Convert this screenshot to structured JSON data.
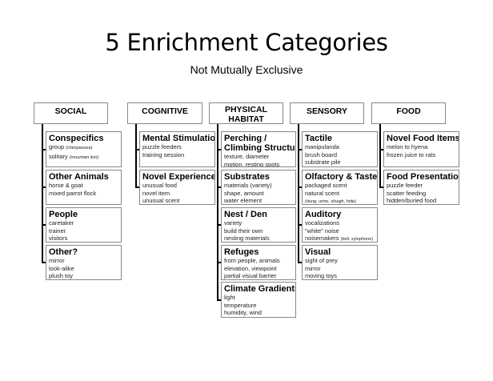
{
  "title": "5 Enrichment Categories",
  "subtitle": "Not Mutually Exclusive",
  "categories": [
    {
      "label": "SOCIAL",
      "items": [
        {
          "title": "Conspecifics",
          "lines": [
            {
              "text": "group ",
              "note": "(chimpanzee)"
            },
            {
              "text": "solitary ",
              "note": "(mountain lion)"
            }
          ]
        },
        {
          "title": "Other Animals",
          "lines": [
            {
              "text": "horse & goat"
            },
            {
              "text": "mixed parrot flock"
            }
          ]
        },
        {
          "title": "People",
          "lines": [
            {
              "text": "caretaker"
            },
            {
              "text": "trainer"
            },
            {
              "text": "visitors"
            }
          ]
        },
        {
          "title": "Other?",
          "lines": [
            {
              "text": "mirror"
            },
            {
              "text": "look-alike"
            },
            {
              "text": "plush toy"
            }
          ]
        }
      ]
    },
    {
      "label": "COGNITIVE",
      "items": [
        {
          "title": "Mental Stimulation",
          "lines": [
            {
              "text": "puzzle feeders"
            },
            {
              "text": "training session"
            }
          ]
        },
        {
          "title": "Novel Experience",
          "lines": [
            {
              "text": "unusual food"
            },
            {
              "text": "novel item"
            },
            {
              "text": "unusual scent"
            }
          ]
        }
      ]
    },
    {
      "label": "PHYSICAL HABITAT",
      "label_line1": "PHYSICAL",
      "label_line2": "HABITAT",
      "items": [
        {
          "title": "Perching /",
          "title2": "Climbing Structure",
          "lines": [
            {
              "text": "texture, diameter"
            },
            {
              "text": "motion, resting spots"
            }
          ]
        },
        {
          "title": "Substrates",
          "lines": [
            {
              "text": "materials (variety)"
            },
            {
              "text": "shape, amount"
            },
            {
              "text": "water element"
            }
          ]
        },
        {
          "title": "Nest / Den",
          "lines": [
            {
              "text": "variety"
            },
            {
              "text": "build their own"
            },
            {
              "text": "nesting materials"
            }
          ]
        },
        {
          "title": "Refuges",
          "lines": [
            {
              "text": "from people, animals"
            },
            {
              "text": "elevation, viewpoint"
            },
            {
              "text": "partial visual barrier"
            }
          ]
        },
        {
          "title": "Climate Gradients",
          "lines": [
            {
              "text": "light"
            },
            {
              "text": "temperature"
            },
            {
              "text": "humidity, wind"
            }
          ]
        }
      ]
    },
    {
      "label": "SENSORY",
      "items": [
        {
          "title": "Tactile",
          "lines": [
            {
              "text": "manipulanda"
            },
            {
              "text": "brush board"
            },
            {
              "text": "substrate pile"
            }
          ]
        },
        {
          "title": "Olfactory & Taste",
          "lines": [
            {
              "text": "packaged scent"
            },
            {
              "text": "natural scent"
            },
            {
              "text": "",
              "note": " (dung, urine, slough, hide)"
            }
          ]
        },
        {
          "title": "Auditory",
          "lines": [
            {
              "text": "vocalizations"
            },
            {
              "text": "\"white\" noise"
            },
            {
              "text": "noisemakers ",
              "note": "(bell, xylophone)"
            }
          ]
        },
        {
          "title": "Visual",
          "lines": [
            {
              "text": "sight of prey"
            },
            {
              "text": "mirror"
            },
            {
              "text": "moving toys"
            }
          ]
        }
      ]
    },
    {
      "label": "FOOD",
      "items": [
        {
          "title": "Novel Food Items",
          "lines": [
            {
              "text": "melon to hyena"
            },
            {
              "text": "frozen juice to rats"
            }
          ]
        },
        {
          "title": "Food Presentation",
          "lines": [
            {
              "text": "puzzle feeder"
            },
            {
              "text": "scatter feeding"
            },
            {
              "text": "hidden/buried food"
            }
          ]
        }
      ]
    }
  ]
}
